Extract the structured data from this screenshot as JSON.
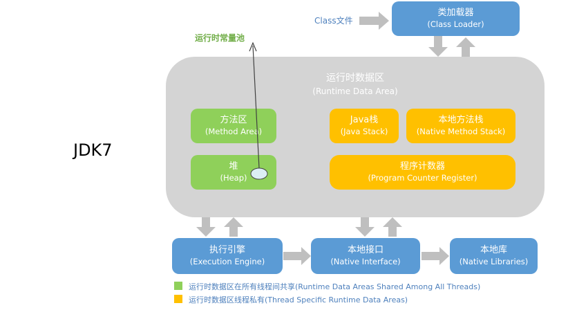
{
  "class_file": "Class文件",
  "class_loader": {
    "zh": "类加载器",
    "en": "(Class Loader)"
  },
  "runtime_constant_pool": "运行时常量池",
  "runtime_area": {
    "zh": "运行时数据区",
    "en": "(Runtime Data Area)"
  },
  "jdk_label": "JDK7",
  "method_area": {
    "zh": "方法区",
    "en": "(Method Area)"
  },
  "heap": {
    "zh": "堆",
    "en": "(Heap)"
  },
  "java_stack": {
    "zh": "Java栈",
    "en": "(Java Stack)"
  },
  "native_method_stack": {
    "zh": "本地方法栈",
    "en": "(Native Method Stack)"
  },
  "pc_register": {
    "zh": "程序计数器",
    "en": "(Program Counter Register)"
  },
  "execution_engine": {
    "zh": "执行引擎",
    "en": "(Execution Engine)"
  },
  "native_interface": {
    "zh": "本地接口",
    "en": "(Native Interface)"
  },
  "native_libraries": {
    "zh": "本地库",
    "en": "(Native Libraries)"
  },
  "legend": {
    "shared": "运行时数据区在所有线程间共享(Runtime Data Areas Shared Among All Threads)",
    "thread_specific": "运行时数据区线程私有(Thread Specific Runtime Data Areas)"
  },
  "colors": {
    "blue": "#5b9bd5",
    "green": "#8fd05a",
    "yellow": "#ffc000",
    "gray": "#d4d4d4",
    "arrow": "#bfbfbf"
  }
}
